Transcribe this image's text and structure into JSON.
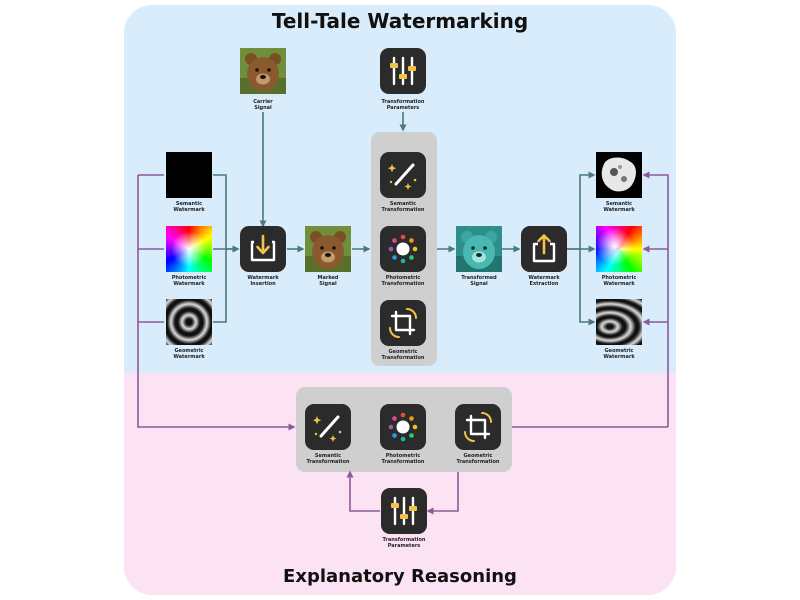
{
  "titles": {
    "top": "Tell-Tale Watermarking",
    "bottom": "Explanatory Reasoning"
  },
  "labels": {
    "carrier": "Carrier\nSignal",
    "params_top": "Transformation\nParameters",
    "semantic_wm": "Semantic\nWatermark",
    "photometric_wm": "Photometric\nWatermark",
    "geometric_wm": "Geometric\nWatermark",
    "insertion": "Watermark\nInsertion",
    "marked": "Marked\nSignal",
    "semantic_tf": "Semantic\nTransformation",
    "photometric_tf": "Photometric\nTransformation",
    "geometric_tf": "Geometric\nTransformation",
    "transformed": "Transformed\nSignal",
    "extraction": "Watermark\nExtraction",
    "out_semantic": "Semantic\nWatermark",
    "out_photometric": "Photometric\nWatermark",
    "out_geometric": "Geometric\nWatermark",
    "reason_semantic": "Semantic\nTransformation",
    "reason_photometric": "Photometric\nTransformation",
    "reason_geometric": "Geometric\nTransformation",
    "params_bottom": "Transformation\nParameters"
  },
  "colors": {
    "top_panel": "#d8ecfb",
    "bottom_panel": "#fbe3f4",
    "tile": "#2b2b2b",
    "icon_accent": "#f3c24a",
    "flow_arrow": "#4a7a7a",
    "reason_arrow": "#8e5a9a",
    "group_box": "#cfcfcf"
  },
  "icons": [
    "bear-image-icon",
    "sliders-icon",
    "magic-wand-icon",
    "color-wheel-icon",
    "crop-rotate-icon",
    "insert-tray-icon",
    "share-export-icon"
  ]
}
